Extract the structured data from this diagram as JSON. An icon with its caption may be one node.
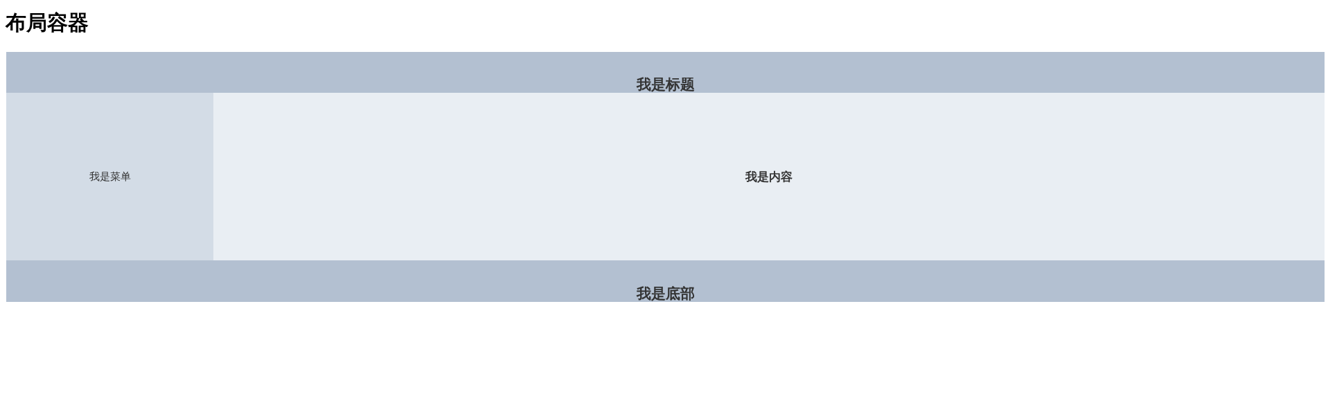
{
  "diagram": {
    "title": "布局容器",
    "nodes": [
      {
        "text": [
          "我是标题"
        ]
      },
      {
        "text": [
          "我是菜单"
        ]
      },
      {
        "text": [
          "我是内容"
        ]
      },
      {
        "text": [
          "我是底部"
        ]
      }
    ]
  }
}
